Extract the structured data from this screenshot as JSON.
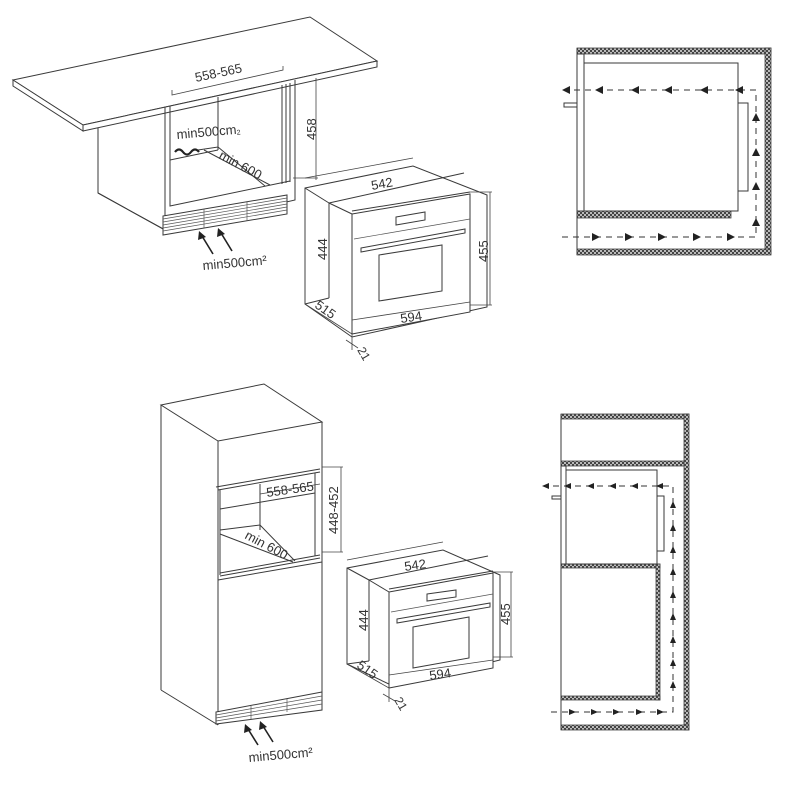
{
  "diagram": {
    "type": "built-in oven installation dimensions",
    "units": "mm",
    "colors": {
      "line": "#3a3a3a",
      "wall_hatch": "#555555",
      "background": "#ffffff"
    },
    "panels": [
      {
        "id": "undercounter-cabinet",
        "position": "top-left",
        "labels": {
          "width": "558-565",
          "height": "458",
          "depth": "min 600",
          "rear_vent": "min500cm",
          "rear_vent_sup": "2",
          "bottom_vent": "min500cm²"
        }
      },
      {
        "id": "oven-undercounter",
        "position": "top-center",
        "labels": {
          "top_depth": "542",
          "body_height": "444",
          "front_height": "455",
          "side_depth": "515",
          "front_width": "594",
          "front_thickness": "21"
        }
      },
      {
        "id": "airflow-undercounter",
        "position": "top-right",
        "description": "side section with airflow: intake at bottom, up the back, exhaust at the front top"
      },
      {
        "id": "tall-cabinet",
        "position": "bottom-left",
        "labels": {
          "width": "558-565",
          "height": "448-452",
          "depth": "min 600",
          "bottom_vent": "min500cm²"
        }
      },
      {
        "id": "oven-tall",
        "position": "bottom-center",
        "labels": {
          "top_depth": "542",
          "body_height": "444",
          "front_height": "455",
          "side_depth": "515",
          "front_width": "594",
          "front_thickness": "21"
        }
      },
      {
        "id": "airflow-tall",
        "position": "bottom-right",
        "description": "side section of tall column with airflow: intake at bottom, up the back, exhaust at the front top"
      }
    ]
  }
}
